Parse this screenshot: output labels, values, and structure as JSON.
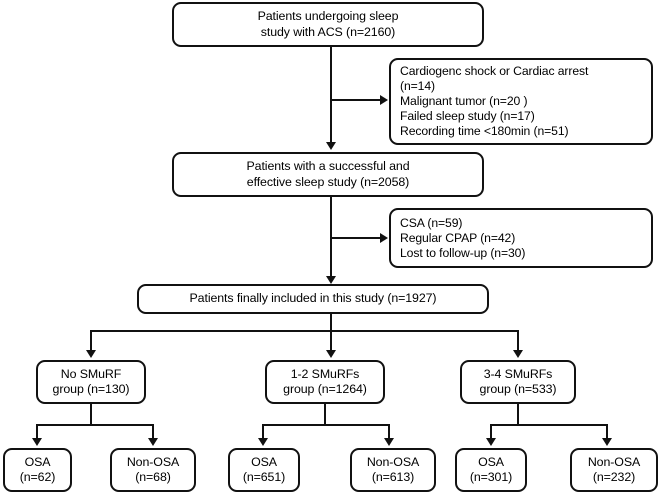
{
  "diagram": {
    "type": "flowchart",
    "title": "Patient enrollment flow diagram",
    "orientation": "top-down",
    "colors": {
      "stroke": "#111111",
      "background": "#ffffff",
      "text": "#000000"
    }
  },
  "nodes": {
    "enrolled": {
      "line1": "Patients undergoing sleep",
      "line2": "study with ACS (n=2160)",
      "count": 2160
    },
    "exclusion1": {
      "line1": "Cardiogenc shock or Cardiac arrest",
      "line2": "(n=14)",
      "line3": "Malignant tumor  (n=20 )",
      "line4": "Failed sleep study (n=17)",
      "line5": "Recording time <180min (n=51)"
    },
    "successful": {
      "line1": "Patients with a successful and",
      "line2": "effective sleep study (n=2058)",
      "count": 2058
    },
    "exclusion2": {
      "line1": "CSA (n=59)",
      "line2": "Regular CPAP (n=42)",
      "line3": "Lost to follow-up (n=30)"
    },
    "included": {
      "line1": "Patients finally included in this study (n=1927)",
      "count": 1927
    }
  },
  "groups": [
    {
      "key": "no-smurf",
      "line1": "No SMuRF",
      "line2": "group (n=130)",
      "count": 130,
      "children": [
        {
          "key": "osa",
          "line1": "OSA",
          "line2": "(n=62)",
          "count": 62
        },
        {
          "key": "non-osa",
          "line1": "Non-OSA",
          "line2": "(n=68)",
          "count": 68
        }
      ]
    },
    {
      "key": "1-2-smurfs",
      "line1": "1-2 SMuRFs",
      "line2": "group (n=1264)",
      "count": 1264,
      "children": [
        {
          "key": "osa",
          "line1": "OSA",
          "line2": "(n=651)",
          "count": 651
        },
        {
          "key": "non-osa",
          "line1": "Non-OSA",
          "line2": "(n=613)",
          "count": 613
        }
      ]
    },
    {
      "key": "3-4-smurfs",
      "line1": "3-4 SMuRFs",
      "line2": "group (n=533)",
      "count": 533,
      "children": [
        {
          "key": "osa",
          "line1": "OSA",
          "line2": "(n=301)",
          "count": 301
        },
        {
          "key": "non-osa",
          "line1": "Non-OSA",
          "line2": "(n=232)",
          "count": 232
        }
      ]
    }
  ]
}
